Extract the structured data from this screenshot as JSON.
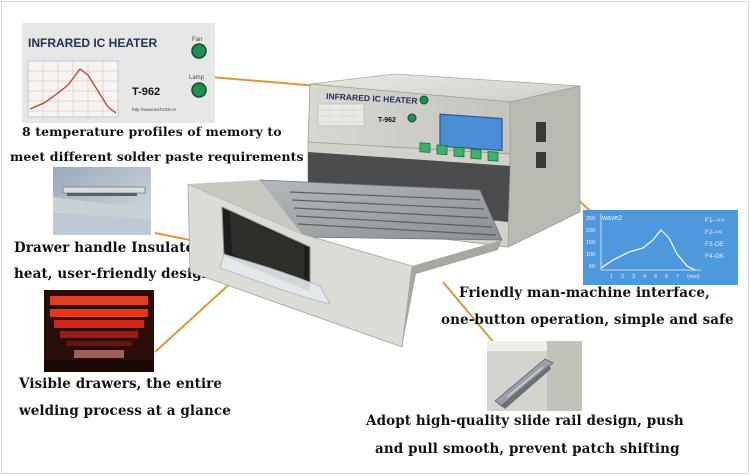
{
  "panel_inset": {
    "title": "INFRARED IC HEATER",
    "model": "T-962",
    "fan_label": "Fan",
    "lamp_label": "Lamp",
    "website": "http://www.tech168.cn"
  },
  "machine": {
    "title": "INFRARED IC HEATER",
    "model": "T-962"
  },
  "screen_inset": {
    "profile_label": "wave2",
    "y_ticks": [
      "250",
      "200",
      "150",
      "100",
      "50"
    ],
    "x_ticks": [
      "1",
      "2",
      "3",
      "4",
      "5",
      "6",
      "7",
      "(min)"
    ],
    "menu": [
      "F1-->>",
      "F2-<<",
      "F3-OE",
      "F4-OK"
    ]
  },
  "captions": {
    "profiles_line1": "8 temperature profiles of memory to",
    "profiles_line2": "meet different solder paste requirements",
    "handle_line1": "Drawer handle Insulated",
    "handle_line2": "heat, user-friendly design",
    "interface_line1": "Friendly man-machine interface,",
    "interface_line2": "one-button operation, simple and safe",
    "drawers_line1": "Visible drawers, the entire",
    "drawers_line2": "welding process at a glance",
    "rail_line1": "Adopt high-quality slide rail design, push",
    "rail_line2": "and pull smooth, prevent patch shifting"
  }
}
